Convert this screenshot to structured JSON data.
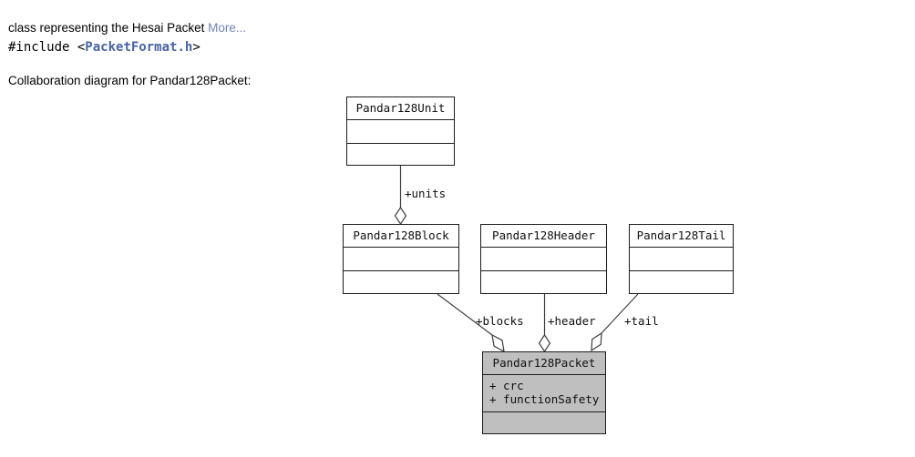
{
  "page": {
    "description_text": "class representing the Hesai Packet ",
    "more_link": "More...",
    "include_prefix": "#include <",
    "include_link": "PacketFormat.h",
    "include_suffix": ">",
    "collab_caption": "Collaboration diagram for Pandar128Packet:"
  },
  "colors": {
    "link": "#7086b8",
    "code_link": "#4665a2",
    "node_border": "#1d1d1d",
    "node_fill": "#ffffff",
    "highlight_node_fill": "#bfbfbf",
    "edge_line": "#3f3f3f",
    "text": "#000000"
  },
  "diagram": {
    "nodes": [
      {
        "id": "unit",
        "label": "Pandar128Unit"
      },
      {
        "id": "block",
        "label": "Pandar128Block"
      },
      {
        "id": "header",
        "label": "Pandar128Header"
      },
      {
        "id": "tail",
        "label": "Pandar128Tail"
      },
      {
        "id": "packet",
        "label": "Pandar128Packet",
        "members": [
          "+ crc",
          "+ functionSafety"
        ]
      }
    ],
    "edges": [
      {
        "label": "+units",
        "from": "Pandar128Unit",
        "to": "Pandar128Block",
        "type": "aggregation"
      },
      {
        "label": "+blocks",
        "from": "Pandar128Block",
        "to": "Pandar128Packet",
        "type": "aggregation"
      },
      {
        "label": "+header",
        "from": "Pandar128Header",
        "to": "Pandar128Packet",
        "type": "aggregation"
      },
      {
        "label": "+tail",
        "from": "Pandar128Tail",
        "to": "Pandar128Packet",
        "type": "aggregation"
      }
    ]
  }
}
